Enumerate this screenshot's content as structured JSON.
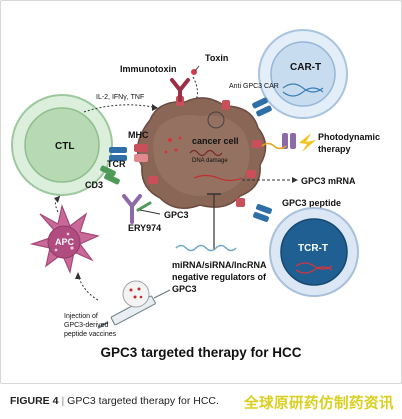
{
  "labels": {
    "immunotoxin": "Immunotoxin",
    "toxin": "Toxin",
    "car_t": "CAR-T",
    "anti_gpc3_car": "Anti GPC3 CAR",
    "cytokines": "IL-2, IFNγ, TNF",
    "ctl": "CTL",
    "mhc": "MHC",
    "tcr": "TCR",
    "cd3": "CD3",
    "cancer_cell": "cancer cell",
    "dna_damage": "DNA damage",
    "photodynamic_1": "Photodynamic",
    "photodynamic_2": "therapy",
    "gpc3_mrna": "GPC3 mRNA",
    "gpc3": "GPC3",
    "gpc3_peptide": "GPC3 peptide",
    "ery974": "ERY974",
    "apc": "APC",
    "tcr_t": "TCR-T",
    "mirna_1": "miRNA/siRNA/lncRNA",
    "mirna_2": "negative regulators of",
    "mirna_3": "GPC3",
    "injection_1": "Injection of",
    "injection_2": "GPC3-derived",
    "injection_3": "peptide vaccines",
    "title": "GPC3 targeted therapy for HCC"
  },
  "caption": {
    "figure_label": "FIGURE 4",
    "separator": "|",
    "text": "GPC3 targeted therapy for HCC."
  },
  "watermark": "全球原研药仿制药资讯",
  "colors": {
    "ctl": "#cfe6d0",
    "car_t": "#cfe0f2",
    "tcr_t": "#1c5d8e",
    "apc": "#b24a79",
    "cancer": "#7a574a",
    "receptor_red": "#c94f5a",
    "receptor_purple": "#8d6aa6",
    "cd3_green": "#4e9a57",
    "title": "#111111",
    "watermark": "#d9cf1f"
  }
}
